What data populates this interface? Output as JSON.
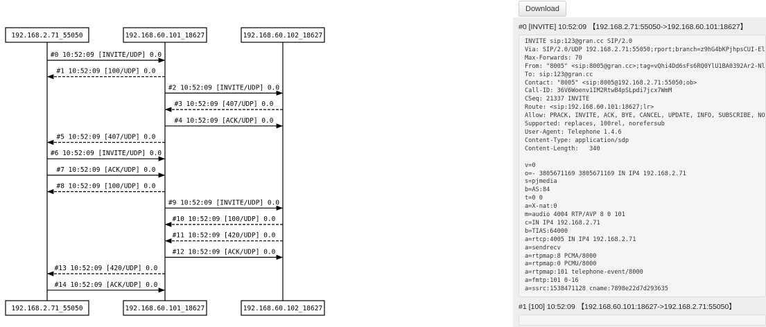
{
  "participants": [
    "192.168.2.71_55050",
    "192.168.60.101_18627",
    "192.168.60.102_18627"
  ],
  "messages": [
    {
      "label": "#0 10:52:09 [INVITE/UDP] 0.0",
      "from": 0,
      "to": 1,
      "dashed": false
    },
    {
      "label": "#1 10:52:09 [100/UDP] 0.0",
      "from": 1,
      "to": 0,
      "dashed": true
    },
    {
      "label": "#2 10:52:09 [INVITE/UDP] 0.0",
      "from": 1,
      "to": 2,
      "dashed": false
    },
    {
      "label": "#3 10:52:09 [407/UDP] 0.0",
      "from": 2,
      "to": 1,
      "dashed": true
    },
    {
      "label": "#4 10:52:09 [ACK/UDP] 0.0",
      "from": 1,
      "to": 2,
      "dashed": false
    },
    {
      "label": "#5 10:52:09 [407/UDP] 0.0",
      "from": 1,
      "to": 0,
      "dashed": true
    },
    {
      "label": "#6 10:52:09 [INVITE/UDP] 0.0",
      "from": 0,
      "to": 1,
      "dashed": false
    },
    {
      "label": "#7 10:52:09 [ACK/UDP] 0.0",
      "from": 0,
      "to": 1,
      "dashed": false
    },
    {
      "label": "#8 10:52:09 [100/UDP] 0.0",
      "from": 1,
      "to": 0,
      "dashed": true
    },
    {
      "label": "#9 10:52:09 [INVITE/UDP] 0.0",
      "from": 1,
      "to": 2,
      "dashed": false
    },
    {
      "label": "#10 10:52:09 [100/UDP] 0.0",
      "from": 2,
      "to": 1,
      "dashed": true
    },
    {
      "label": "#11 10:52:09 [420/UDP] 0.0",
      "from": 2,
      "to": 1,
      "dashed": true
    },
    {
      "label": "#12 10:52:09 [ACK/UDP] 0.0",
      "from": 1,
      "to": 2,
      "dashed": false
    },
    {
      "label": "#13 10:52:09 [420/UDP] 0.0",
      "from": 1,
      "to": 0,
      "dashed": true
    },
    {
      "label": "#14 10:52:09 [ACK/UDP] 0.0",
      "from": 0,
      "to": 1,
      "dashed": false
    }
  ],
  "download_label": "Download",
  "packets": [
    {
      "header": "#0 [INVITE] 10:52:09 【192.168.2.71:55050->192.168.60.101:18627】",
      "body": "INVITE sip:123@gran.cc SIP/2.0\nVia: SIP/2.0/UDP 192.168.2.71:55050;rport;branch=z9hG4bKPjhpsCUI-El\nMax-Forwards: 70\nFrom: \"8005\" <sip:8005@gran.cc>;tag=vQhi4Dd6sFs6RQ0YlU1BA0392Ar2-Nl\nTo: sip:123@gran.cc\nContact: \"8005\" <sip:8005@192.168.2.71:55050;ob>\nCall-ID: 36V6Woenv1IM2RtwB4pSLpdi7jcx7WmM\nCSeq: 21337 INVITE\nRoute: <sip:192.168.60.101:18627;lr>\nAllow: PRACK, INVITE, ACK, BYE, CANCEL, UPDATE, INFO, SUBSCRIBE, NO\nSupported: replaces, 100rel, norefersub\nUser-Agent: Telephone 1.4.6\nContent-Type: application/sdp\nContent-Length:   340\n\nv=0\no=- 3805671169 3805671169 IN IP4 192.168.2.71\ns=pjmedia\nb=AS:84\nt=0 0\na=X-nat:0\nm=audio 4004 RTP/AVP 8 0 101\nc=IN IP4 192.168.2.71\nb=TIAS:64000\na=rtcp:4005 IN IP4 192.168.2.71\na=sendrecv\na=rtpmap:8 PCMA/8000\na=rtpmap:0 PCMU/8000\na=rtpmap:101 telephone-event/8000\na=fmtp:101 0-16\na=ssrc:1538471128 cname:7898e22d7d293635"
    },
    {
      "header": "#1 [100] 10:52:09 【192.168.60.101:18627->192.168.2.71:55050】",
      "body": ""
    }
  ]
}
